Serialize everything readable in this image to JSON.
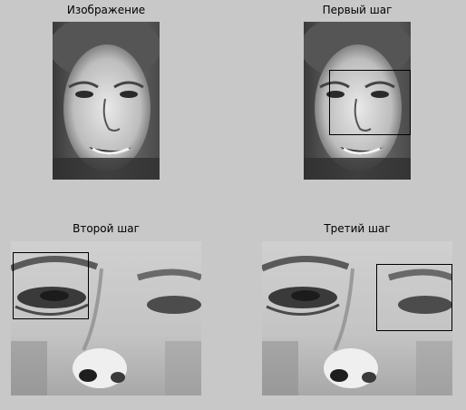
{
  "figure": {
    "background": "#c8c8c8",
    "panels": [
      {
        "title": "Изображение",
        "image": "grayscale face photo"
      },
      {
        "title": "Первый шаг",
        "image": "grayscale face photo with detection rectangle"
      },
      {
        "title": "Второй шаг",
        "image": "zoomed face region with left-eye rectangle"
      },
      {
        "title": "Третий шаг",
        "image": "zoomed face region with right-eye rectangle"
      }
    ]
  }
}
